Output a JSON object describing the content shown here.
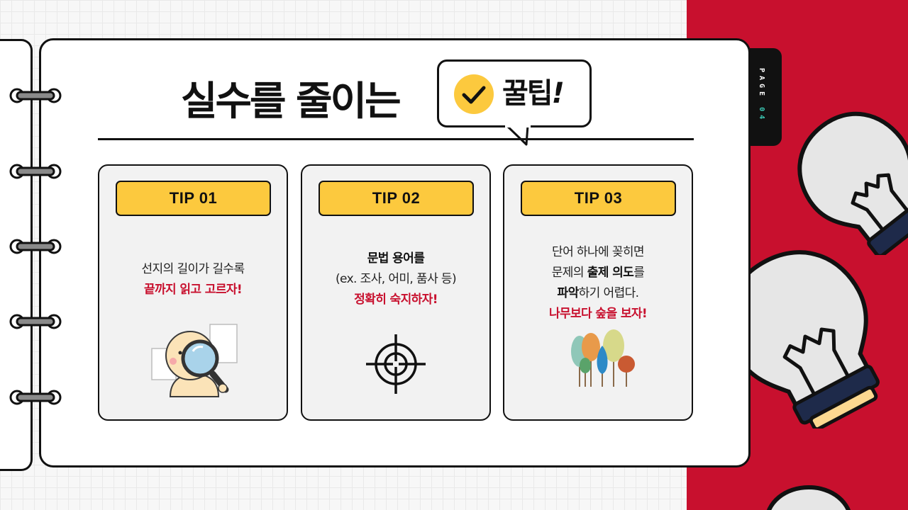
{
  "title": {
    "main": "실수를 줄이는",
    "bubble_text": "꿀팁",
    "bubble_exclamation": "!"
  },
  "page_tab": {
    "label_word": "PAGE",
    "label_number": "04"
  },
  "tips": [
    {
      "label": "TIP 01",
      "line1": "선지의 길이가 길수록",
      "line2_highlight": "끝까지 읽고 고르자!"
    },
    {
      "label": "TIP 02",
      "line1_bold": "문법 용어를",
      "line2": "(ex. 조사, 어미, 품사 등)",
      "line3_highlight": "정확히 숙지하자!"
    },
    {
      "label": "TIP 03",
      "line1": "단어 하나에 꽂히면",
      "line2_pre": "문제의 ",
      "line2_bold": "출제 의도",
      "line2_post": "를",
      "line3_bold": "파악",
      "line3_post": "하기 어렵다.",
      "line4_highlight": "나무보다 숲을 보자!"
    }
  ],
  "colors": {
    "accent_red": "#c8102e",
    "tip_yellow": "#fcc93e",
    "tab_number_teal": "#3cc8b4",
    "outline": "#111111"
  },
  "icons": {
    "check": "check-circle-icon",
    "tip1": "magnifier-character-icon",
    "tip2": "crosshair-target-icon",
    "tip3": "forest-trees-icon",
    "decor": "lightbulb-icon"
  }
}
